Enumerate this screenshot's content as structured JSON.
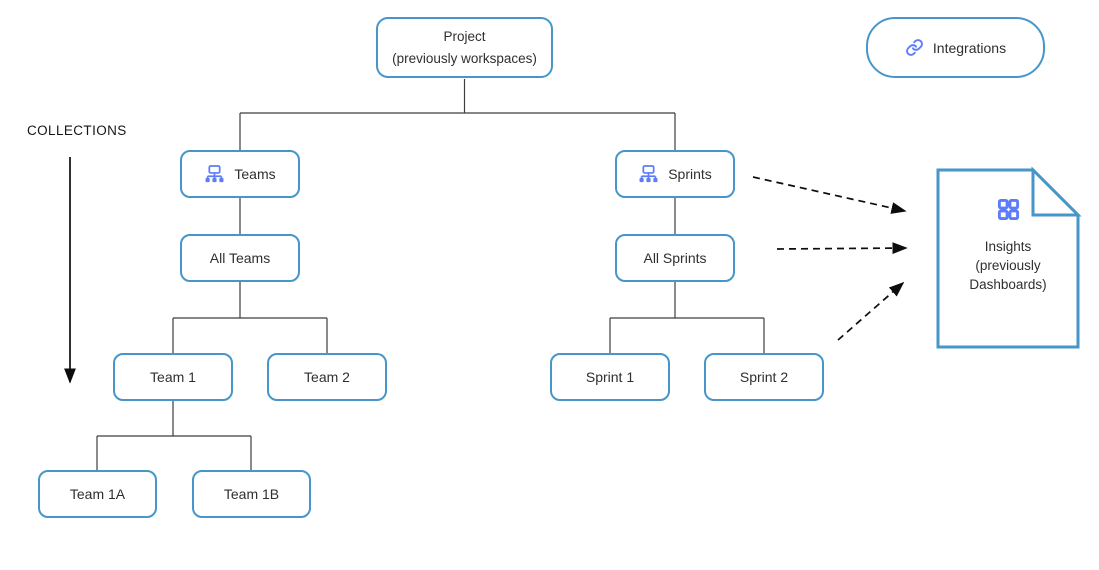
{
  "diagram": {
    "collections_label": "COLLECTIONS",
    "nodes": {
      "project": {
        "line1": "Project",
        "line2": "(previously workspaces)"
      },
      "integrations": {
        "label": "Integrations",
        "icon": "link-icon"
      },
      "teams": {
        "label": "Teams",
        "icon": "org-chart-icon"
      },
      "sprints": {
        "label": "Sprints",
        "icon": "org-chart-icon"
      },
      "all_teams": {
        "label": "All Teams"
      },
      "all_sprints": {
        "label": "All Sprints"
      },
      "team_1": {
        "label": "Team 1"
      },
      "team_2": {
        "label": "Team 2"
      },
      "sprint_1": {
        "label": "Sprint 1"
      },
      "sprint_2": {
        "label": "Sprint 2"
      },
      "team_1a": {
        "label": "Team 1A"
      },
      "team_1b": {
        "label": "Team 1B"
      },
      "insights": {
        "line1": "Insights",
        "line2": "(previously",
        "line3": "Dashboards)",
        "icon": "grid-icon"
      }
    },
    "edges": [
      "project -> teams",
      "project -> sprints",
      "teams -> all_teams",
      "all_teams -> team_1",
      "all_teams -> team_2",
      "team_1 -> team_1a",
      "team_1 -> team_1b",
      "sprints -> all_sprints",
      "all_sprints -> sprint_1",
      "all_sprints -> sprint_2",
      "sprints -> insights (dashed)",
      "all_sprints -> insights (dashed)",
      "sprints_area -> insights (dashed)"
    ],
    "colors": {
      "box_border": "#4696c9",
      "icon_blue": "#5c7cfa",
      "text": "#2f2f2f",
      "connector": "#3d3d3d",
      "arrow": "#0d0d0d"
    }
  }
}
